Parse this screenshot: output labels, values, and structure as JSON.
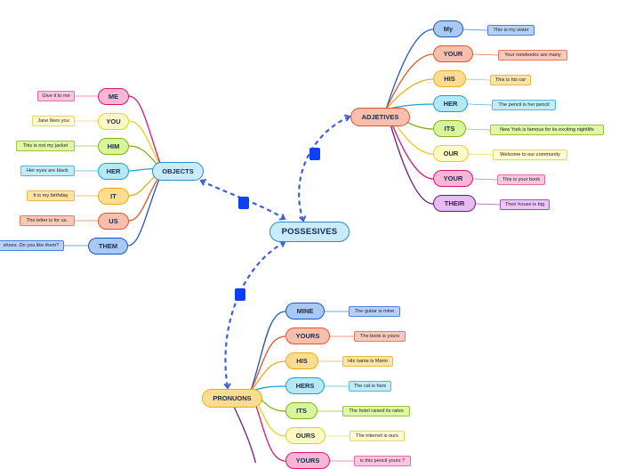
{
  "center": {
    "label": "POSSESIVES"
  },
  "branches": {
    "objects": {
      "label": "OBJECTS",
      "children": [
        {
          "word": "ME",
          "example": "Give it to me",
          "fill": "#f9b6d4",
          "border": "#e0117a",
          "leafFill": "#fbc7df",
          "leafBorder": "#e66aa6"
        },
        {
          "word": "YOU",
          "example": "Jane likes you",
          "fill": "#fff9c6",
          "border": "#e7cf1a",
          "leafFill": "#fffbd2",
          "leafBorder": "#e8d85c"
        },
        {
          "word": "HIM",
          "example": "This is not my jacket",
          "fill": "#d9f59a",
          "border": "#7db414",
          "leafFill": "#e0f7a8",
          "leafBorder": "#97c43c"
        },
        {
          "word": "HER",
          "example": "Her eyes are black",
          "fill": "#b4e8f7",
          "border": "#1ba1d1",
          "leafFill": "#c2ecf9",
          "leafBorder": "#56b6da"
        },
        {
          "word": "IT",
          "example": "It is my birthday",
          "fill": "#fcdd8f",
          "border": "#e9ac12",
          "leafFill": "#fde3a4",
          "leafBorder": "#e8b844"
        },
        {
          "word": "US",
          "example": "The letter is for us.",
          "fill": "#f8bfae",
          "border": "#e65228",
          "leafFill": "#f9c9ba",
          "leafBorder": "#e57a5a"
        },
        {
          "word": "THEM",
          "example": "shoes. Do you like them?",
          "fill": "#a9c9f5",
          "border": "#1b53c4",
          "leafFill": "#b6d1f7",
          "leafBorder": "#4f7fd8"
        }
      ]
    },
    "adjetives": {
      "label": "ADJETIVES",
      "children": [
        {
          "word": "My",
          "example": "This is my sister",
          "fill": "#a9c9f5",
          "border": "#1b53c4",
          "leafFill": "#b6d1f7",
          "leafBorder": "#4f7fd8"
        },
        {
          "word": "YOUR",
          "example": "Your notebooks are many",
          "fill": "#f8bfae",
          "border": "#e65228",
          "leafFill": "#f9c9ba",
          "leafBorder": "#e57a5a"
        },
        {
          "word": "HIS",
          "example": "This is his car",
          "fill": "#fcdd8f",
          "border": "#e9ac12",
          "leafFill": "#fde3a4",
          "leafBorder": "#e8b844"
        },
        {
          "word": "HER",
          "example": "The pencil is her pencil",
          "fill": "#b4e8f7",
          "border": "#1ba1d1",
          "leafFill": "#c2ecf9",
          "leafBorder": "#56b6da"
        },
        {
          "word": "ITS",
          "example": "New York is famous for its exciting nightlife",
          "fill": "#d9f59a",
          "border": "#7db414",
          "leafFill": "#e0f7a8",
          "leafBorder": "#97c43c"
        },
        {
          "word": "OUR",
          "example": "Welcome to our community",
          "fill": "#fff9c6",
          "border": "#e7cf1a",
          "leafFill": "#fffbd2",
          "leafBorder": "#e8d85c"
        },
        {
          "word": "YOUR",
          "example": "This is your book",
          "fill": "#f9b6d4",
          "border": "#e0117a",
          "leafFill": "#fbc7df",
          "leafBorder": "#e66aa6"
        },
        {
          "word": "THEIR",
          "example": "Their house is big",
          "fill": "#e7b9f5",
          "border": "#6a1b7a",
          "leafFill": "#ecc6f8",
          "leafBorder": "#9a56b0"
        }
      ]
    },
    "pronouns": {
      "label": "PRONUONS",
      "children": [
        {
          "word": "MINE",
          "example": "The guitar is mine",
          "fill": "#a9c9f5",
          "border": "#1b53c4",
          "leafFill": "#b6d1f7",
          "leafBorder": "#4f7fd8"
        },
        {
          "word": "YOURS",
          "example": "The book is yours",
          "fill": "#f8bfae",
          "border": "#e65228",
          "leafFill": "#f9c9ba",
          "leafBorder": "#e57a5a"
        },
        {
          "word": "HIS",
          "example": "His name is Mario",
          "fill": "#fcdd8f",
          "border": "#e9ac12",
          "leafFill": "#fde3a4",
          "leafBorder": "#e8b844"
        },
        {
          "word": "HERS",
          "example": "The cat is hers",
          "fill": "#b4e8f7",
          "border": "#1ba1d1",
          "leafFill": "#c2ecf9",
          "leafBorder": "#56b6da"
        },
        {
          "word": "ITS",
          "example": "The hotel raised its rates",
          "fill": "#d9f59a",
          "border": "#7db414",
          "leafFill": "#e0f7a8",
          "leafBorder": "#97c43c"
        },
        {
          "word": "OURS",
          "example": "The internet is ours",
          "fill": "#fff9c6",
          "border": "#e7cf1a",
          "leafFill": "#fffbd2",
          "leafBorder": "#e8d85c"
        },
        {
          "word": "YOURS",
          "example": "is this pencil yours ?",
          "fill": "#f9b6d4",
          "border": "#e0117a",
          "leafFill": "#fbc7df",
          "leafBorder": "#e66aa6"
        }
      ]
    }
  },
  "colors": {
    "centerFill": "#c8ecfb",
    "centerBorder": "#2a8cc4",
    "objectsFill": "#c8ecfb",
    "objectsBorder": "#2a8cc4",
    "adjetivesFill": "#f8bfae",
    "adjetivesBorder": "#e65228",
    "pronounsFill": "#fcdd8f",
    "pronounsBorder": "#e9ac12",
    "relation": "#3b5fe0",
    "handle": "#0d3ff5"
  }
}
